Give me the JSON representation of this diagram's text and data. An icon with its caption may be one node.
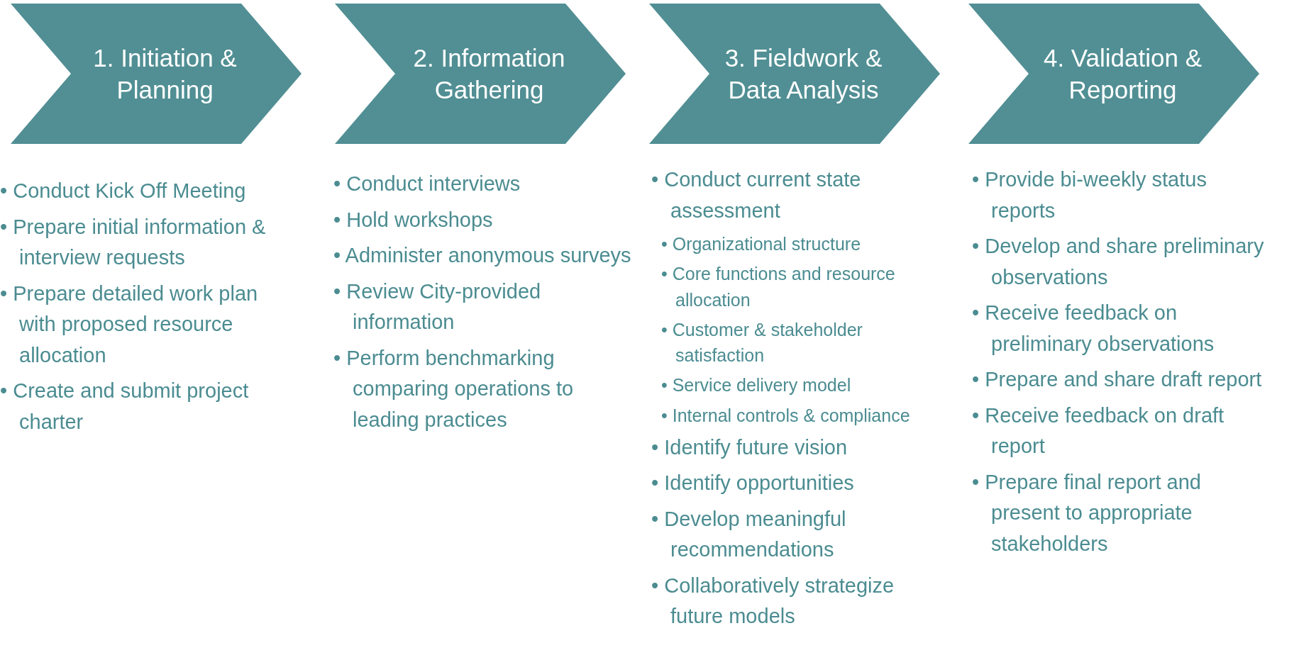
{
  "diagram": {
    "nodes": [
      {
        "text": [
          "1. Initiation & Planning"
        ]
      },
      {
        "text": [
          "2. Information Gathering"
        ]
      },
      {
        "text": [
          "3. Fieldwork & Data Analysis"
        ]
      },
      {
        "text": [
          "4. Validation & Reporting"
        ]
      }
    ],
    "edges": [],
    "labels": [
      "• Conduct Kick Off Meeting",
      "• Prepare initial information & interview requests",
      "• Prepare detailed work plan with proposed resource allocation",
      "• Create and submit project charter",
      "• Conduct interviews",
      "• Hold workshops",
      "• Administer anonymous surveys",
      "• Review City-provided information",
      "• Perform benchmarking comparing operations to leading practices",
      "• Conduct current state assessment",
      "• Organizational structure",
      "• Core functions and resource allocation",
      "• Customer & stakeholder satisfaction",
      "• Service delivery model",
      "• Internal controls & compliance",
      "• Identify future vision",
      "• Identify opportunities",
      "• Develop meaningful recommendations",
      "• Collaboratively strategize future models",
      "• Provide bi-weekly status reports",
      "• Develop and share preliminary observations",
      "• Receive feedback on preliminary observations",
      "• Prepare and share draft report",
      "• Receive feedback on draft report",
      "• Prepare final report and present to appropriate stakeholders"
    ]
  }
}
